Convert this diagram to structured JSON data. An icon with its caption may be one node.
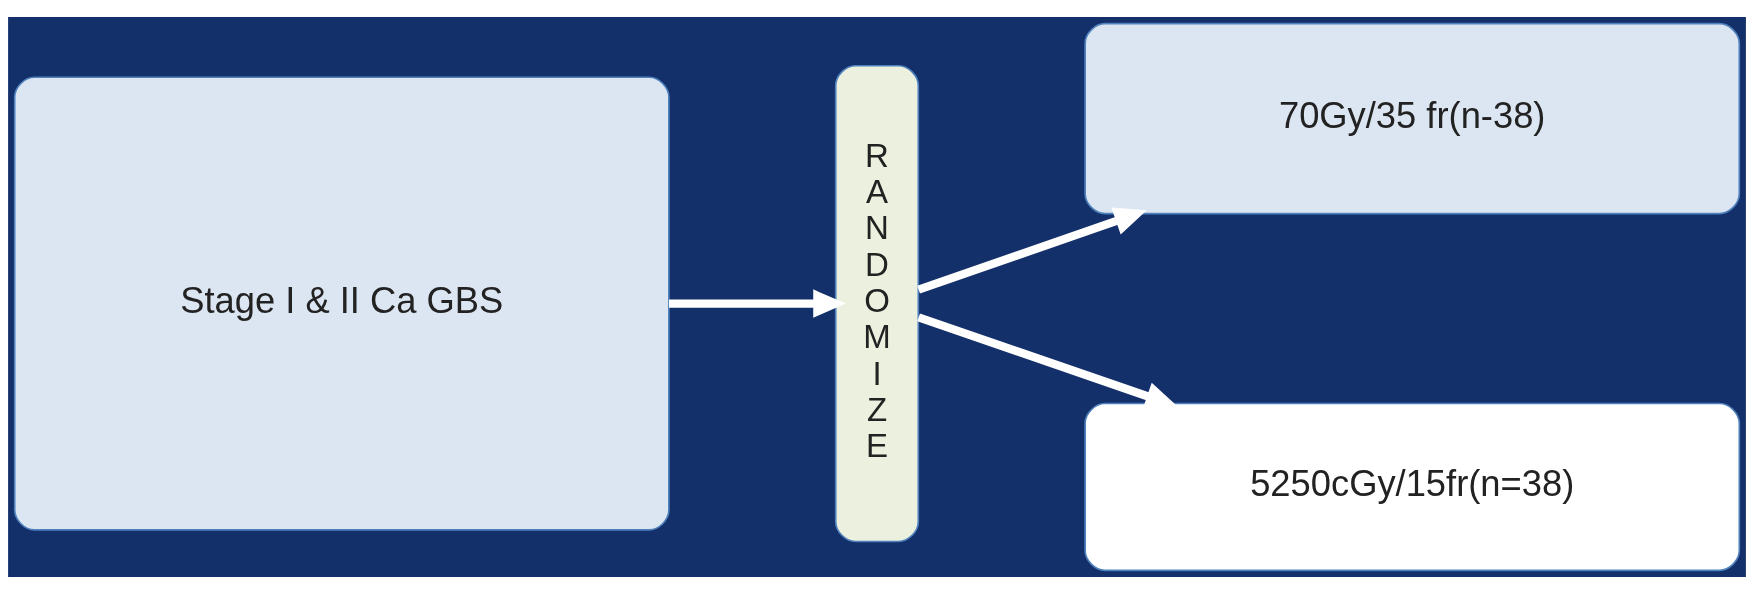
{
  "diagram": {
    "nodes": [
      {
        "text": [
          "Stage I & II Ca GBS"
        ]
      },
      {
        "text": [
          "RANDOMIZE"
        ]
      },
      {
        "text": [
          "70Gy/35 fr(n-38)"
        ]
      },
      {
        "text": [
          "5250cGy/15fr(n=38)"
        ]
      }
    ],
    "edges": [
      {
        "from": 0,
        "to": 1,
        "arrow": "to"
      },
      {
        "from": 1,
        "to": 2,
        "arrow": "to"
      },
      {
        "from": 1,
        "to": 3,
        "arrow": "to"
      }
    ]
  }
}
